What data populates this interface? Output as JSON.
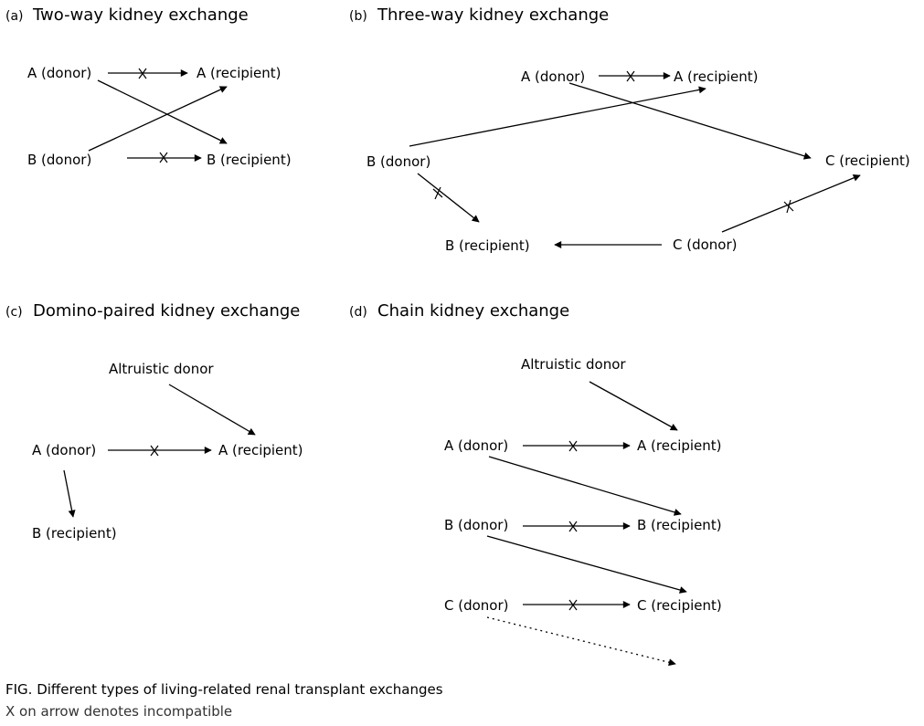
{
  "panels": {
    "a": {
      "tag": "(a)",
      "title": "Two-way kidney exchange",
      "nodes": {
        "a_donor": "A (donor)",
        "a_recipient": "A (recipient)",
        "b_donor": "B (donor)",
        "b_recipient": "B (recipient)"
      },
      "edges": [
        {
          "from": "a_donor",
          "to": "a_recipient",
          "incompatible": true
        },
        {
          "from": "a_donor",
          "to": "b_recipient",
          "incompatible": false
        },
        {
          "from": "b_donor",
          "to": "a_recipient",
          "incompatible": false
        },
        {
          "from": "b_donor",
          "to": "b_recipient",
          "incompatible": true
        }
      ]
    },
    "b": {
      "tag": "(b)",
      "title": "Three-way kidney exchange",
      "nodes": {
        "a_donor": "A (donor)",
        "a_recipient": "A (recipient)",
        "b_donor": "B (donor)",
        "c_recipient": "C (recipient)",
        "b_recipient": "B (recipient)",
        "c_donor": "C (donor)"
      },
      "edges": [
        {
          "from": "a_donor",
          "to": "a_recipient",
          "incompatible": true
        },
        {
          "from": "b_donor",
          "to": "a_recipient",
          "incompatible": false
        },
        {
          "from": "a_donor",
          "to": "c_recipient",
          "incompatible": false
        },
        {
          "from": "b_donor",
          "to": "b_recipient",
          "incompatible": true
        },
        {
          "from": "c_donor",
          "to": "b_recipient",
          "incompatible": false
        },
        {
          "from": "c_donor",
          "to": "c_recipient",
          "incompatible": true
        }
      ]
    },
    "c": {
      "tag": "(c)",
      "title": "Domino-paired kidney exchange",
      "nodes": {
        "altruistic_donor": "Altruistic donor",
        "a_donor": "A (donor)",
        "a_recipient": "A (recipient)",
        "b_recipient": "B (recipient)"
      },
      "edges": [
        {
          "from": "altruistic_donor",
          "to": "a_recipient",
          "incompatible": false
        },
        {
          "from": "a_donor",
          "to": "a_recipient",
          "incompatible": true
        },
        {
          "from": "a_donor",
          "to": "b_recipient",
          "incompatible": false
        }
      ]
    },
    "d": {
      "tag": "(d)",
      "title": "Chain kidney exchange",
      "nodes": {
        "altruistic_donor": "Altruistic donor",
        "a_donor": "A (donor)",
        "a_recipient": "A (recipient)",
        "b_donor": "B (donor)",
        "b_recipient": "B (recipient)",
        "c_donor": "C (donor)",
        "c_recipient": "C (recipient)"
      },
      "edges": [
        {
          "from": "altruistic_donor",
          "to": "a_recipient",
          "incompatible": false
        },
        {
          "from": "a_donor",
          "to": "a_recipient",
          "incompatible": true
        },
        {
          "from": "a_donor",
          "to": "b_recipient",
          "incompatible": false
        },
        {
          "from": "b_donor",
          "to": "b_recipient",
          "incompatible": true
        },
        {
          "from": "b_donor",
          "to": "c_recipient",
          "incompatible": false
        },
        {
          "from": "c_donor",
          "to": "c_recipient",
          "incompatible": true
        },
        {
          "from": "c_donor",
          "to": null,
          "incompatible": false,
          "style": "dotted"
        }
      ]
    }
  },
  "caption": {
    "text": "FIG.  Different types of living-related renal transplant exchanges",
    "note": "X on arrow denotes incompatible"
  }
}
